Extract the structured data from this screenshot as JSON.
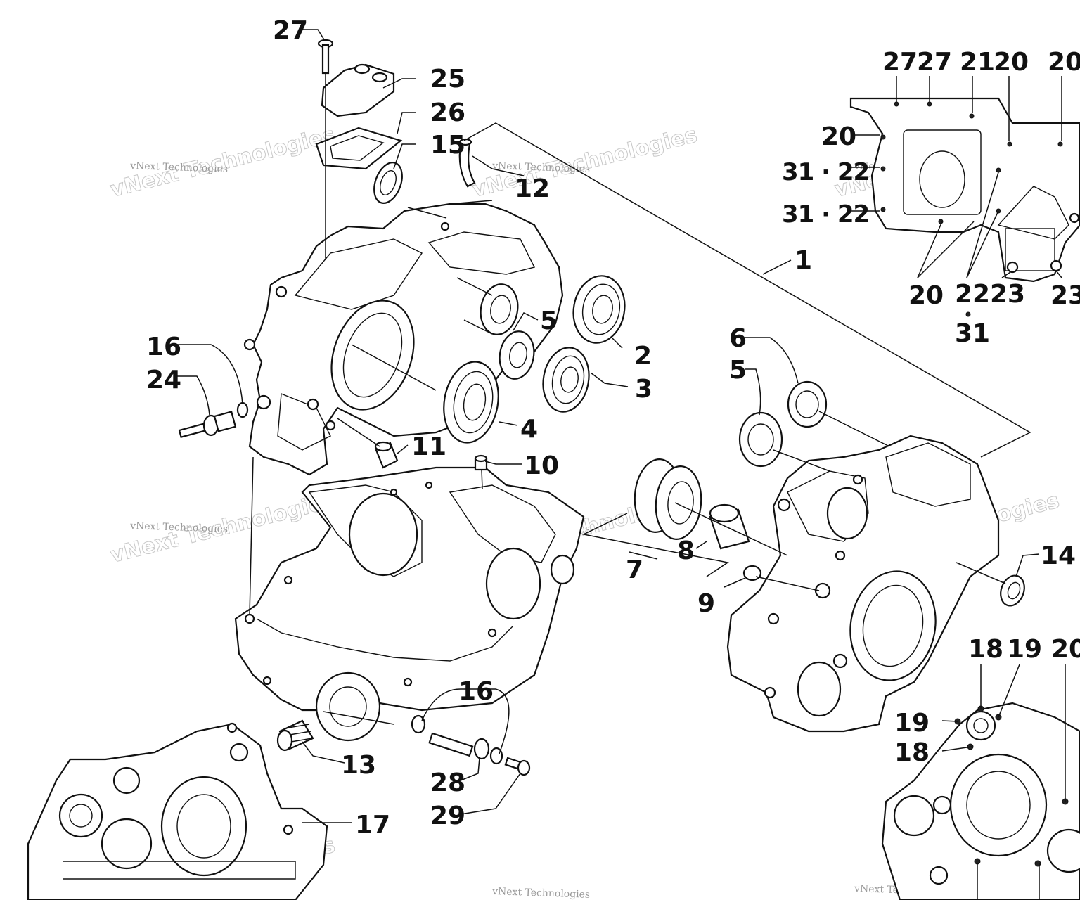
{
  "diagram": {
    "callouts": {
      "c27a": "27",
      "c25": "25",
      "c26": "26",
      "c15": "15",
      "c12": "12",
      "c16a": "16",
      "c24": "24",
      "c5a": "5",
      "c2": "2",
      "c3": "3",
      "c4": "4",
      "c11": "11",
      "c10": "10",
      "c1": "1",
      "c6": "6",
      "c5b": "5",
      "c8": "8",
      "c7": "7",
      "c9": "9",
      "c14": "14",
      "c16b": "16",
      "c13": "13",
      "c28": "28",
      "c29": "29",
      "c17": "17",
      "i27a": "27",
      "i27b": "27",
      "i21": "21",
      "i20a": "20",
      "i20b": "20",
      "i20c": "20",
      "i3122a": "31 · 22",
      "i3122b": "31 · 22",
      "i20d": "20",
      "i22": "22",
      "i31": "31",
      "i23a": "23",
      "i23b": "23",
      "j18a": "18",
      "j19a": "19",
      "j20": "20",
      "j19b": "19",
      "j18b": "18"
    },
    "watermark": {
      "big": "vNext Technologies",
      "small": "vNext Technologies"
    }
  }
}
